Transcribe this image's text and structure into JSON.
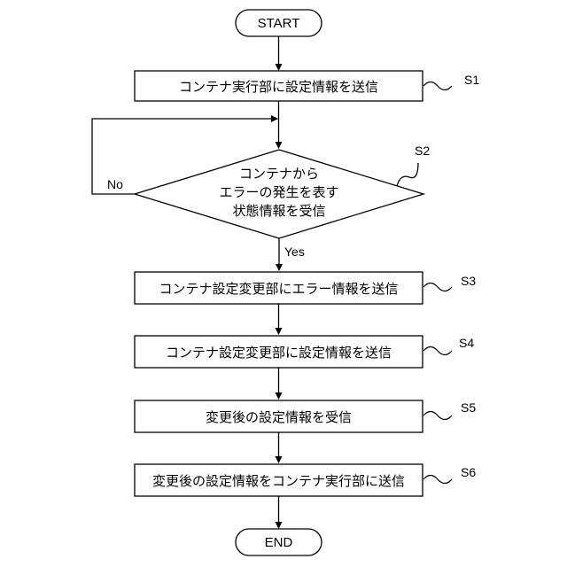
{
  "flowchart": {
    "start_label": "START",
    "end_label": "END",
    "steps": [
      {
        "id": "S1",
        "text": "コンテナ実行部に設定情報を送信"
      },
      {
        "id": "S3",
        "text": "コンテナ設定変更部にエラー情報を送信"
      },
      {
        "id": "S4",
        "text": "コンテナ設定変更部に設定情報を送信"
      },
      {
        "id": "S5",
        "text": "変更後の設定情報を受信"
      },
      {
        "id": "S6",
        "text": "変更後の設定情報をコンテナ実行部に送信"
      }
    ],
    "decision": {
      "id": "S2",
      "lines": [
        "コンテナから",
        "エラーの発生を表す",
        "状態情報を受信"
      ],
      "no_label": "No",
      "yes_label": "Yes"
    }
  }
}
